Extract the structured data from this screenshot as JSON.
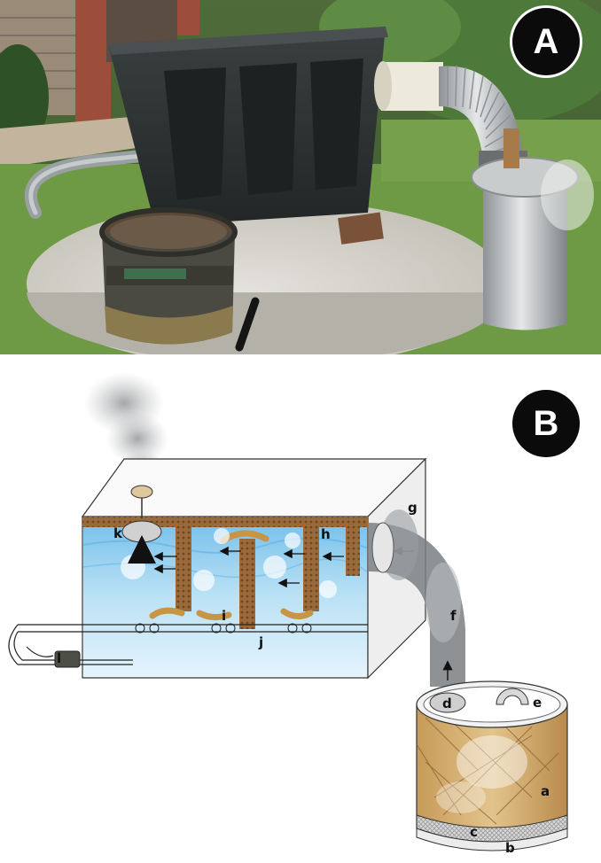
{
  "panels": {
    "a": {
      "badge": "A"
    },
    "b": {
      "badge": "B"
    }
  },
  "labels": {
    "a": "a",
    "b": "b",
    "c": "c",
    "d": "d",
    "e": "e",
    "f": "f",
    "g": "g",
    "h": "h",
    "i": "i",
    "j": "j",
    "k": "k",
    "l": "l"
  },
  "colors": {
    "water": "#9fd4ef",
    "grass": "#6f9a45",
    "tub": "#2b2f2f",
    "concrete": "#d8d6cf",
    "steel": "#b8bcc0",
    "filter": "#a0703d",
    "straw": "#c9a56a"
  }
}
